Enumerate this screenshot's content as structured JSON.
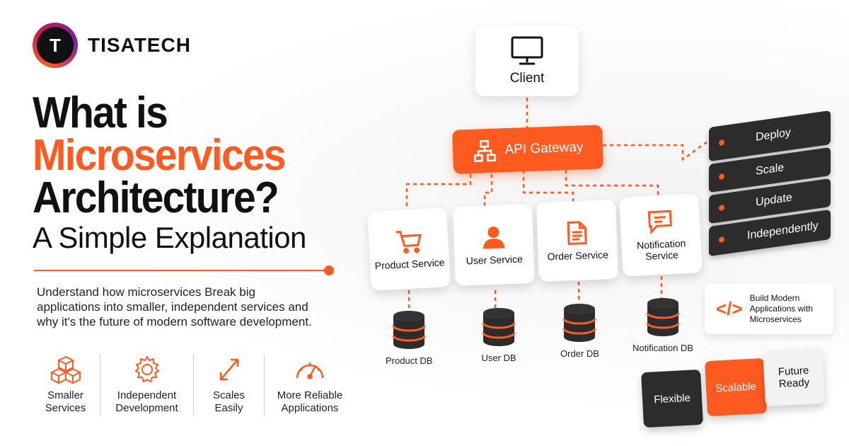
{
  "brand": {
    "initial": "T",
    "name": "TISATECH"
  },
  "headline": {
    "line1": "What is",
    "line2": "Microservices",
    "line3": "Architecture?",
    "subtitle": "A Simple Explanation"
  },
  "description": "Understand how microservices Break big applications into smaller, independent services and why it's the future of modern software development.",
  "benefits": [
    {
      "icon": "cubes-icon",
      "label": "Smaller Services"
    },
    {
      "icon": "gear-icon",
      "label": "Independent Development"
    },
    {
      "icon": "expand-arrows-icon",
      "label": "Scales Easily"
    },
    {
      "icon": "gauge-icon",
      "label": "More Reliable Applications"
    }
  ],
  "diagram": {
    "client": {
      "icon": "monitor-icon",
      "label": "Client"
    },
    "gateway": {
      "icon": "network-icon",
      "label": "API Gateway"
    },
    "services": [
      {
        "icon": "cart-icon",
        "label": "Product Service",
        "db": "Product DB"
      },
      {
        "icon": "user-icon",
        "label": "User Service",
        "db": "User DB"
      },
      {
        "icon": "document-icon",
        "label": "Order Service",
        "db": "Order DB"
      },
      {
        "icon": "chat-icon",
        "label": "Notification Service",
        "db": "Notification DB"
      }
    ],
    "stack": [
      "Deploy",
      "Scale",
      "Update",
      "Independently"
    ],
    "callout": {
      "icon": "code-icon",
      "text": "Build Modern Applications with Microservices"
    },
    "cubes": [
      "Flexible",
      "Scalable",
      "Future Ready"
    ]
  },
  "colors": {
    "accent": "#ff5a1f",
    "dark": "#2c2c2c"
  }
}
